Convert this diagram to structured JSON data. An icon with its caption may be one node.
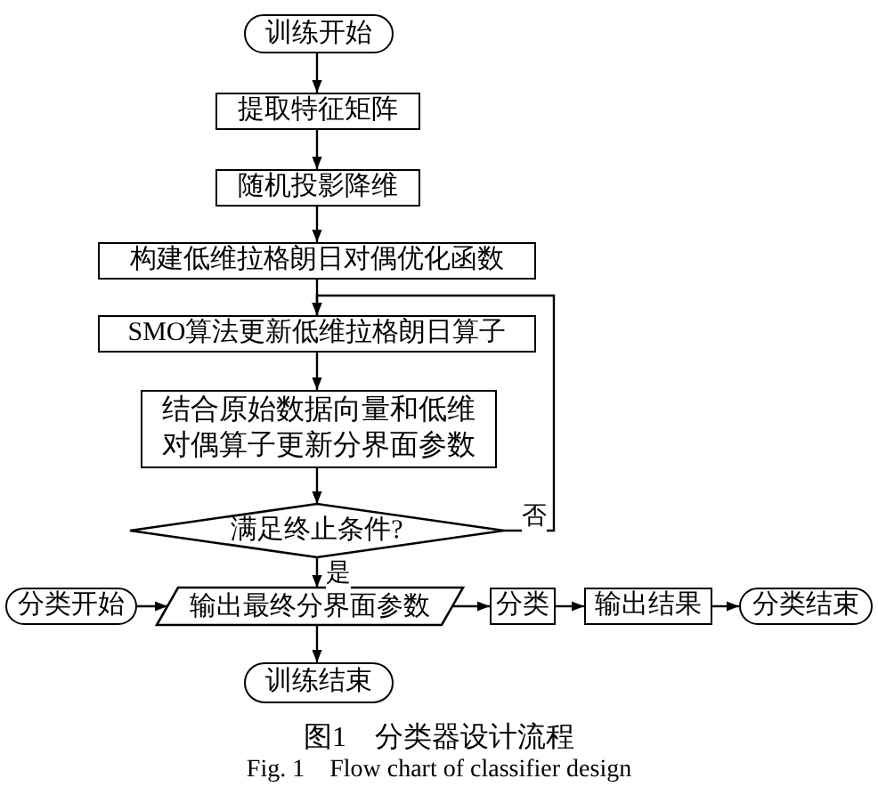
{
  "diagram": {
    "nodes": [
      {
        "text": [
          "训练开始"
        ]
      },
      {
        "text": [
          "提取特征矩阵"
        ]
      },
      {
        "text": [
          "随机投影降维"
        ]
      },
      {
        "text": [
          "构建低维拉格朗日对偶优化函数"
        ]
      },
      {
        "text": [
          "SMO算法更新低维拉格朗日算子"
        ]
      },
      {
        "text": [
          "结合原始数据向量和低维对偶算子更新分界面参数"
        ]
      },
      {
        "text": [
          "满足终止条件?"
        ]
      },
      {
        "text": [
          "输出最终分界面参数"
        ]
      },
      {
        "text": [
          "分类开始"
        ]
      },
      {
        "text": [
          "分类"
        ]
      },
      {
        "text": [
          "输出结果"
        ]
      },
      {
        "text": [
          "分类结束"
        ]
      },
      {
        "text": [
          "训练结束"
        ]
      }
    ],
    "edges": [
      {
        "from": 0,
        "to": 1,
        "arrow": "to"
      },
      {
        "from": 1,
        "to": 2,
        "arrow": "to"
      },
      {
        "from": 2,
        "to": 3,
        "arrow": "to"
      },
      {
        "from": 3,
        "to": 4,
        "arrow": "to"
      },
      {
        "from": 4,
        "to": 5,
        "arrow": "to"
      },
      {
        "from": 5,
        "to": 6,
        "arrow": "to"
      },
      {
        "from": 6,
        "to": 7,
        "arrow": "to",
        "label": "是"
      },
      {
        "from": 6,
        "to": 4,
        "arrow": "to",
        "label": "否"
      },
      {
        "from": 8,
        "to": 7,
        "arrow": "to"
      },
      {
        "from": 7,
        "to": 9,
        "arrow": "to"
      },
      {
        "from": 9,
        "to": 10,
        "arrow": "to"
      },
      {
        "from": 10,
        "to": 11,
        "arrow": "to"
      },
      {
        "from": 7,
        "to": 12,
        "arrow": "to"
      }
    ],
    "labels": [
      "图1　分类器设计流程",
      "Fig. 1　Flow chart of classifier design"
    ]
  }
}
